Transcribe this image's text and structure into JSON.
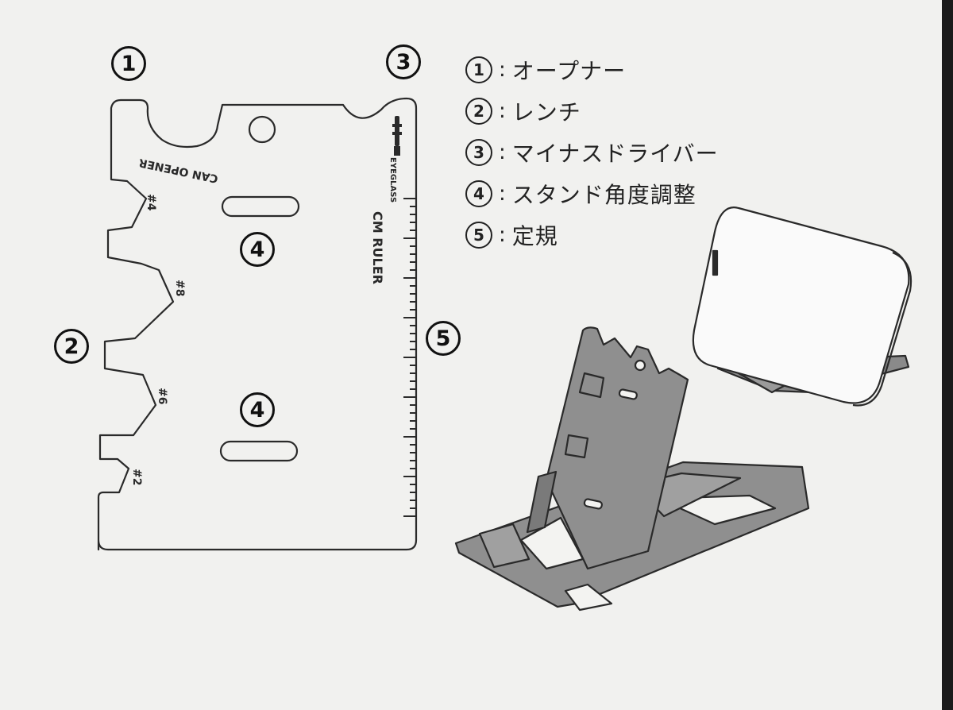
{
  "callouts": {
    "opener": "1",
    "screwdriver": "3",
    "stand_slot_top": "4",
    "wrench": "2",
    "ruler": "5",
    "stand_slot_bottom": "4"
  },
  "card_text": {
    "can_opener": "CAN OPENER",
    "eyeglass": "EYEGLASS",
    "cm_ruler": "CM RULER",
    "size_4": "#4",
    "size_8": "#8",
    "size_6": "#6",
    "size_2": "#2"
  },
  "legend": [
    {
      "num": "1",
      "sep": ":",
      "text": "オープナー"
    },
    {
      "num": "2",
      "sep": ":",
      "text": "レンチ"
    },
    {
      "num": "3",
      "sep": ":",
      "text": "マイナスドライバー"
    },
    {
      "num": "4",
      "sep": ":",
      "text": "スタンド角度調整"
    },
    {
      "num": "5",
      "sep": ":",
      "text": "定規"
    }
  ],
  "colors": {
    "background": "#f1f1ef",
    "line": "#2a2a2a",
    "stand_fill": "#8f8f8f",
    "stand_dark": "#6f6f6f"
  }
}
